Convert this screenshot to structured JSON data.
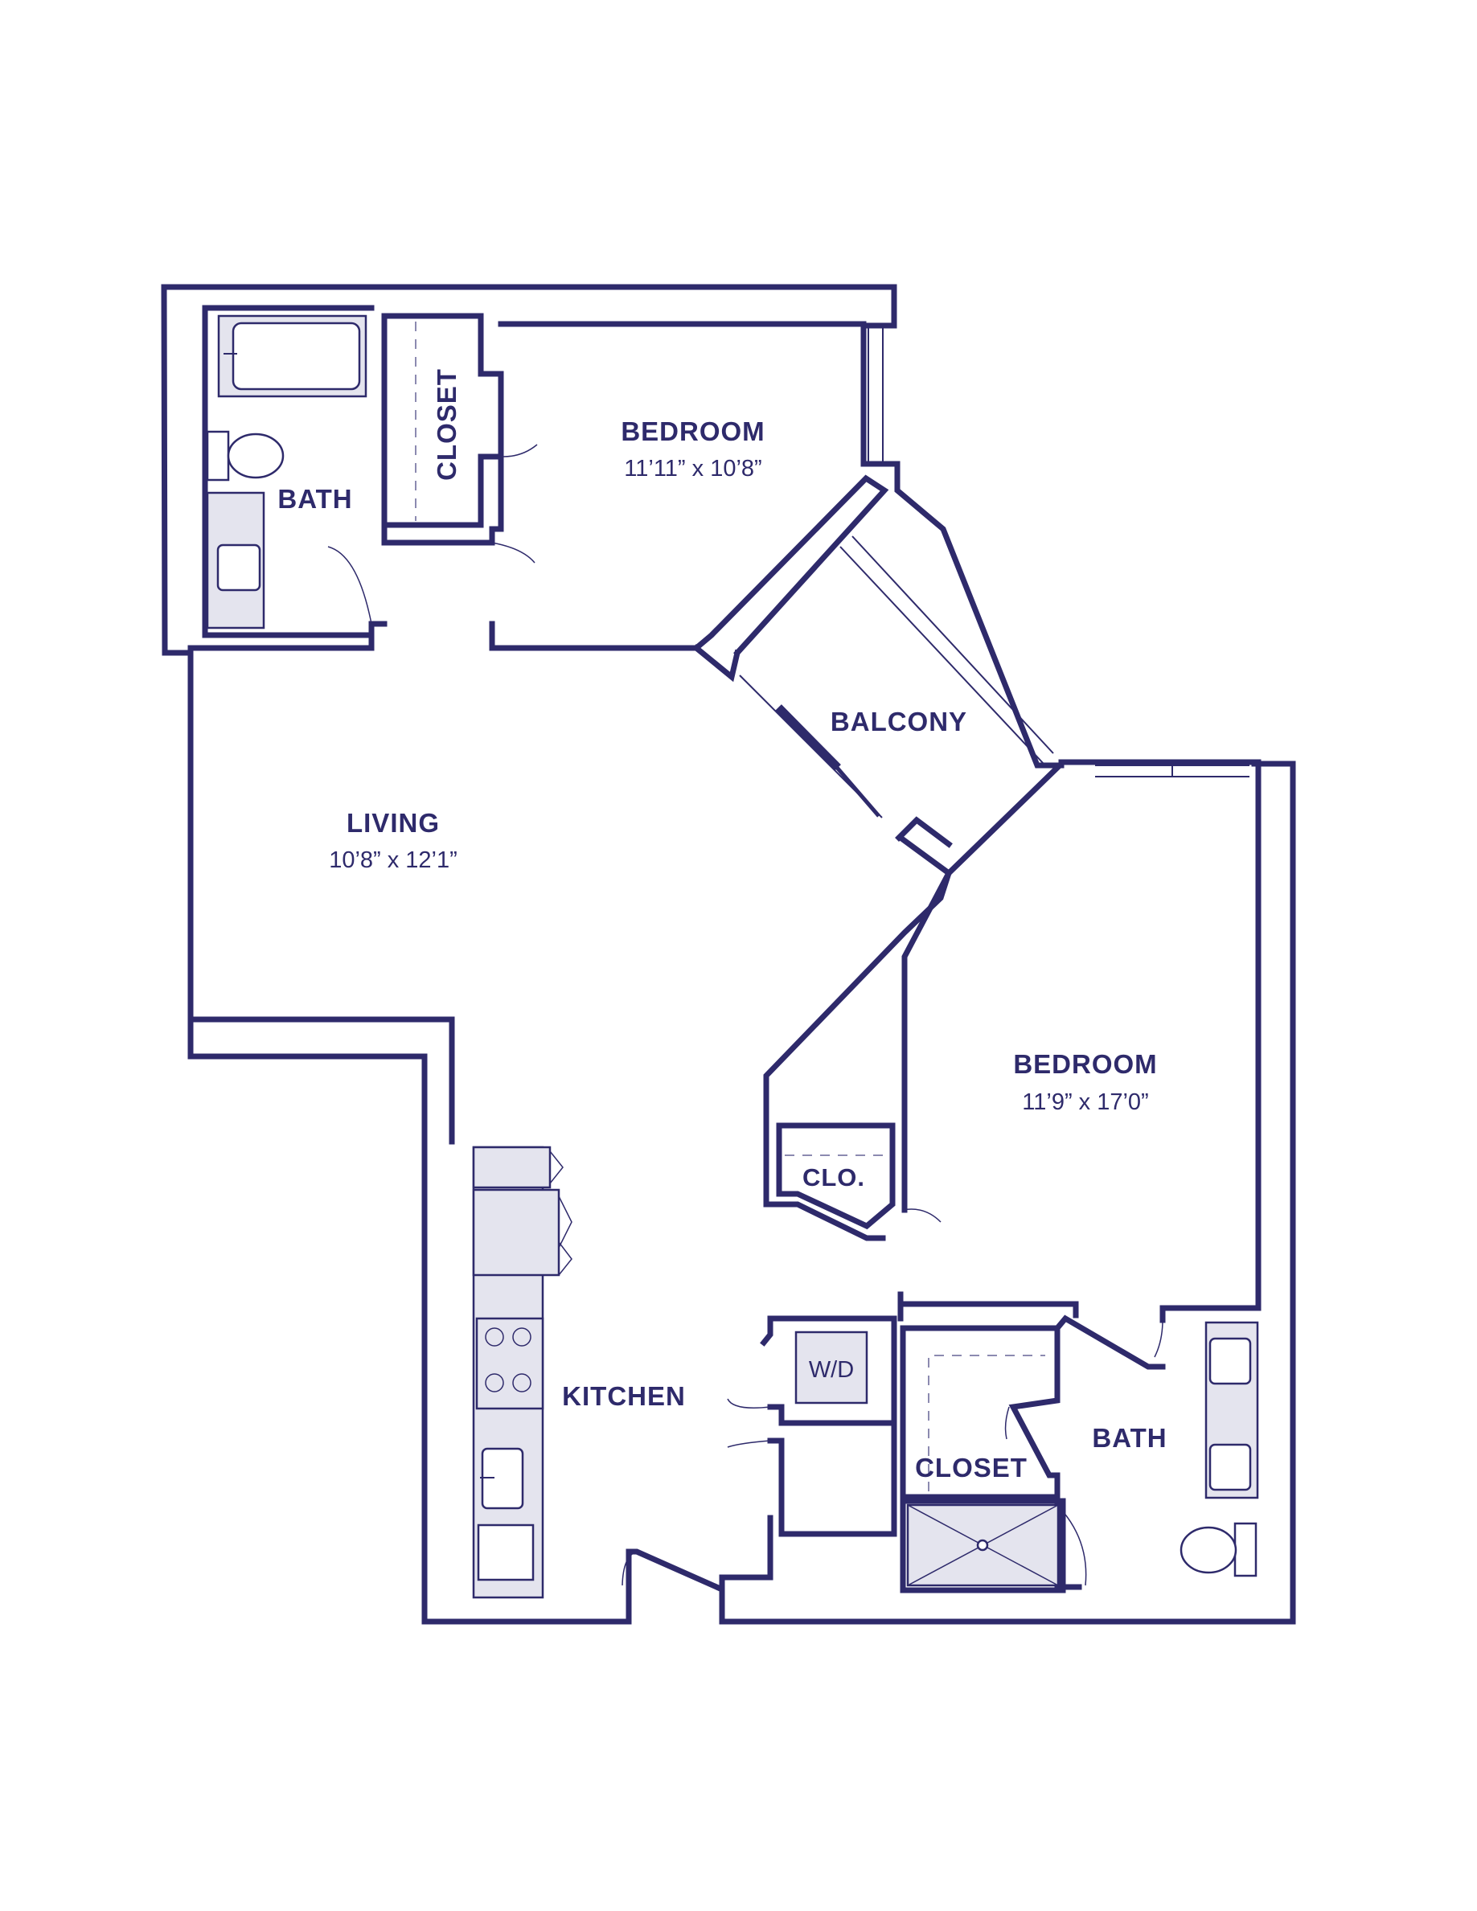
{
  "colors": {
    "ink": "#2e2a6b",
    "ink_soft": "#8c8ab0",
    "fixture": "#e4e4ee",
    "slider": "#2e2a6b"
  },
  "rooms": {
    "bedroom_1": {
      "label": "BEDROOM",
      "dims": "11’11” x 10’8”"
    },
    "bedroom_2": {
      "label": "BEDROOM",
      "dims": "11’9” x 17’0”"
    },
    "living": {
      "label": "LIVING",
      "dims": "10’8” x 12’1”"
    },
    "bath_1": {
      "label": "BATH"
    },
    "bath_2": {
      "label": "BATH"
    },
    "closet_1": {
      "label": "CLOSET"
    },
    "closet_2": {
      "label": "CLOSET"
    },
    "clo": {
      "label": "CLO."
    },
    "balcony": {
      "label": "BALCONY"
    },
    "kitchen": {
      "label": "KITCHEN"
    },
    "laundry": {
      "label": "W/D"
    }
  }
}
